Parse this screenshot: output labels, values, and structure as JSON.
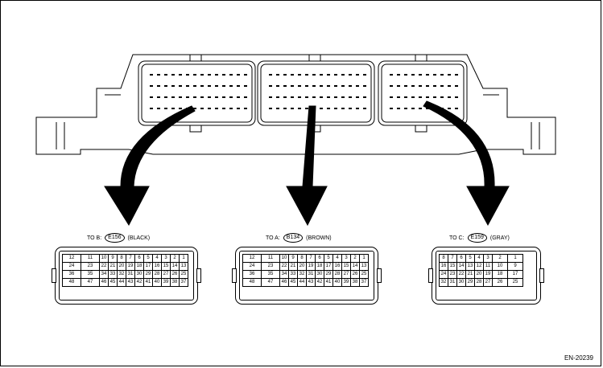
{
  "connectors": [
    {
      "prefix": "TO B:",
      "id": "E156",
      "color": "(BLACK)",
      "rows": [
        [
          "12",
          "11",
          "10",
          "9",
          "8",
          "7",
          "6",
          "5",
          "4",
          "3",
          "2",
          "1"
        ],
        [
          "24",
          "23",
          "22",
          "21",
          "20",
          "19",
          "18",
          "17",
          "16",
          "15",
          "14",
          "13"
        ],
        [
          "36",
          "35",
          "34",
          "33",
          "32",
          "31",
          "30",
          "29",
          "28",
          "27",
          "26",
          "25"
        ],
        [
          "48",
          "47",
          "46",
          "45",
          "44",
          "43",
          "42",
          "41",
          "40",
          "39",
          "38",
          "37"
        ]
      ]
    },
    {
      "prefix": "TO A:",
      "id": "B134",
      "color": "(BROWN)",
      "rows": [
        [
          "12",
          "11",
          "10",
          "9",
          "8",
          "7",
          "6",
          "5",
          "4",
          "3",
          "2",
          "1"
        ],
        [
          "24",
          "23",
          "22",
          "21",
          "20",
          "19",
          "18",
          "17",
          "16",
          "15",
          "14",
          "13"
        ],
        [
          "36",
          "35",
          "34",
          "33",
          "32",
          "31",
          "30",
          "29",
          "28",
          "27",
          "26",
          "25"
        ],
        [
          "48",
          "47",
          "46",
          "45",
          "44",
          "43",
          "42",
          "41",
          "40",
          "39",
          "38",
          "37"
        ]
      ]
    },
    {
      "prefix": "TO C:",
      "id": "E159",
      "color": "(GRAY)",
      "rows": [
        [
          "8",
          "7",
          "6",
          "5",
          "4",
          "3",
          "2",
          "1"
        ],
        [
          "16",
          "15",
          "14",
          "13",
          "12",
          "11",
          "10",
          "9"
        ],
        [
          "24",
          "23",
          "22",
          "21",
          "20",
          "19",
          "18",
          "17"
        ],
        [
          "32",
          "31",
          "30",
          "29",
          "28",
          "27",
          "26",
          "25"
        ]
      ]
    }
  ],
  "reference_code": "EN-20239"
}
